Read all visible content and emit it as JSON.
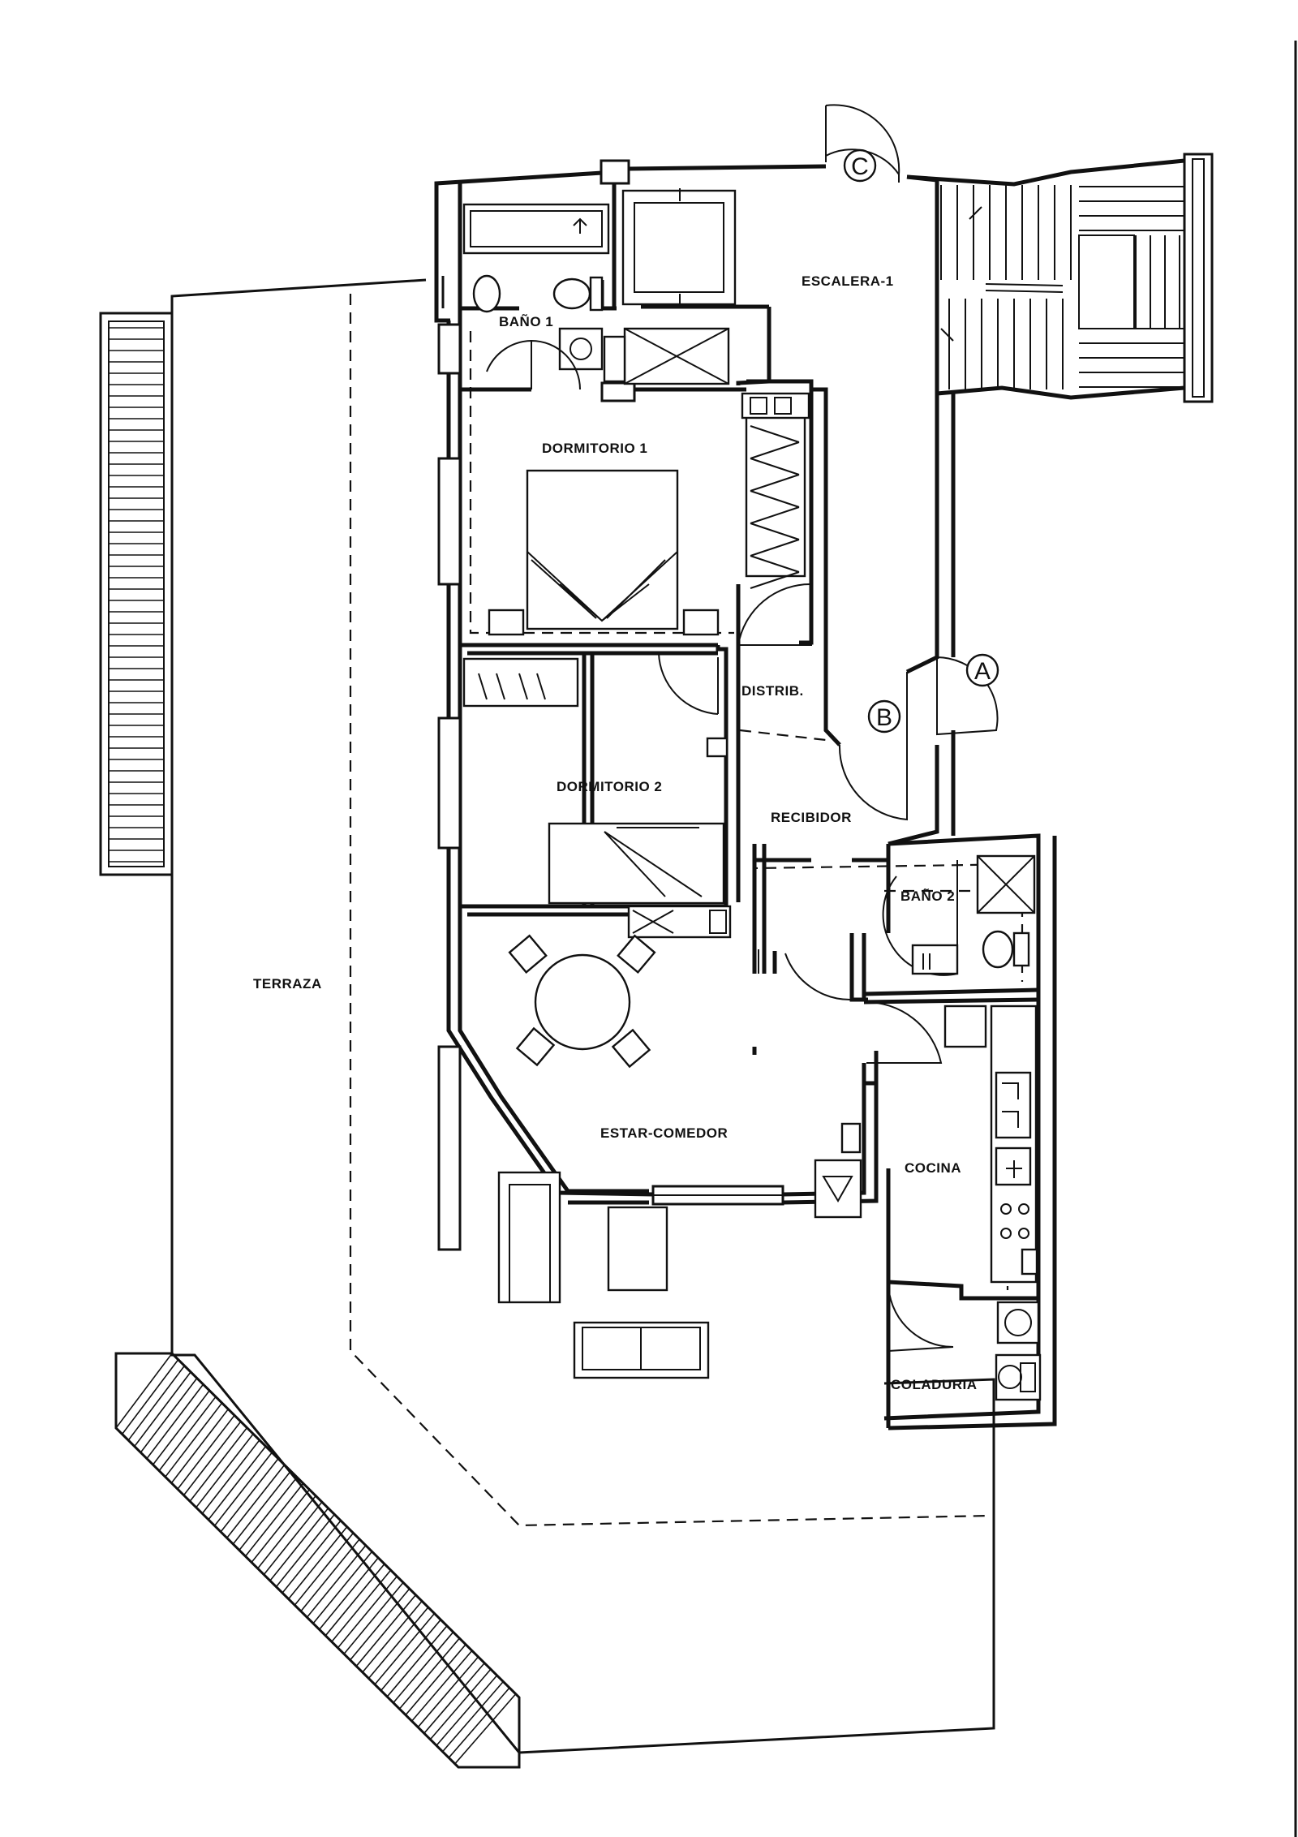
{
  "rooms": {
    "bano1": "BAÑO 1",
    "escalera": "ESCALERA-1",
    "dormitorio1": "DORMITORIO 1",
    "distrib": "DISTRIB.",
    "dormitorio2": "DORMITORIO 2",
    "recibidor": "RECIBIDOR",
    "bano2": "BAÑO 2",
    "terraza": "TERRAZA",
    "estar_comedor": "ESTAR-COMEDOR",
    "cocina": "COCINA",
    "coladuria": "COLADURIA"
  },
  "markers": {
    "a": "A",
    "b": "B",
    "c": "C"
  }
}
